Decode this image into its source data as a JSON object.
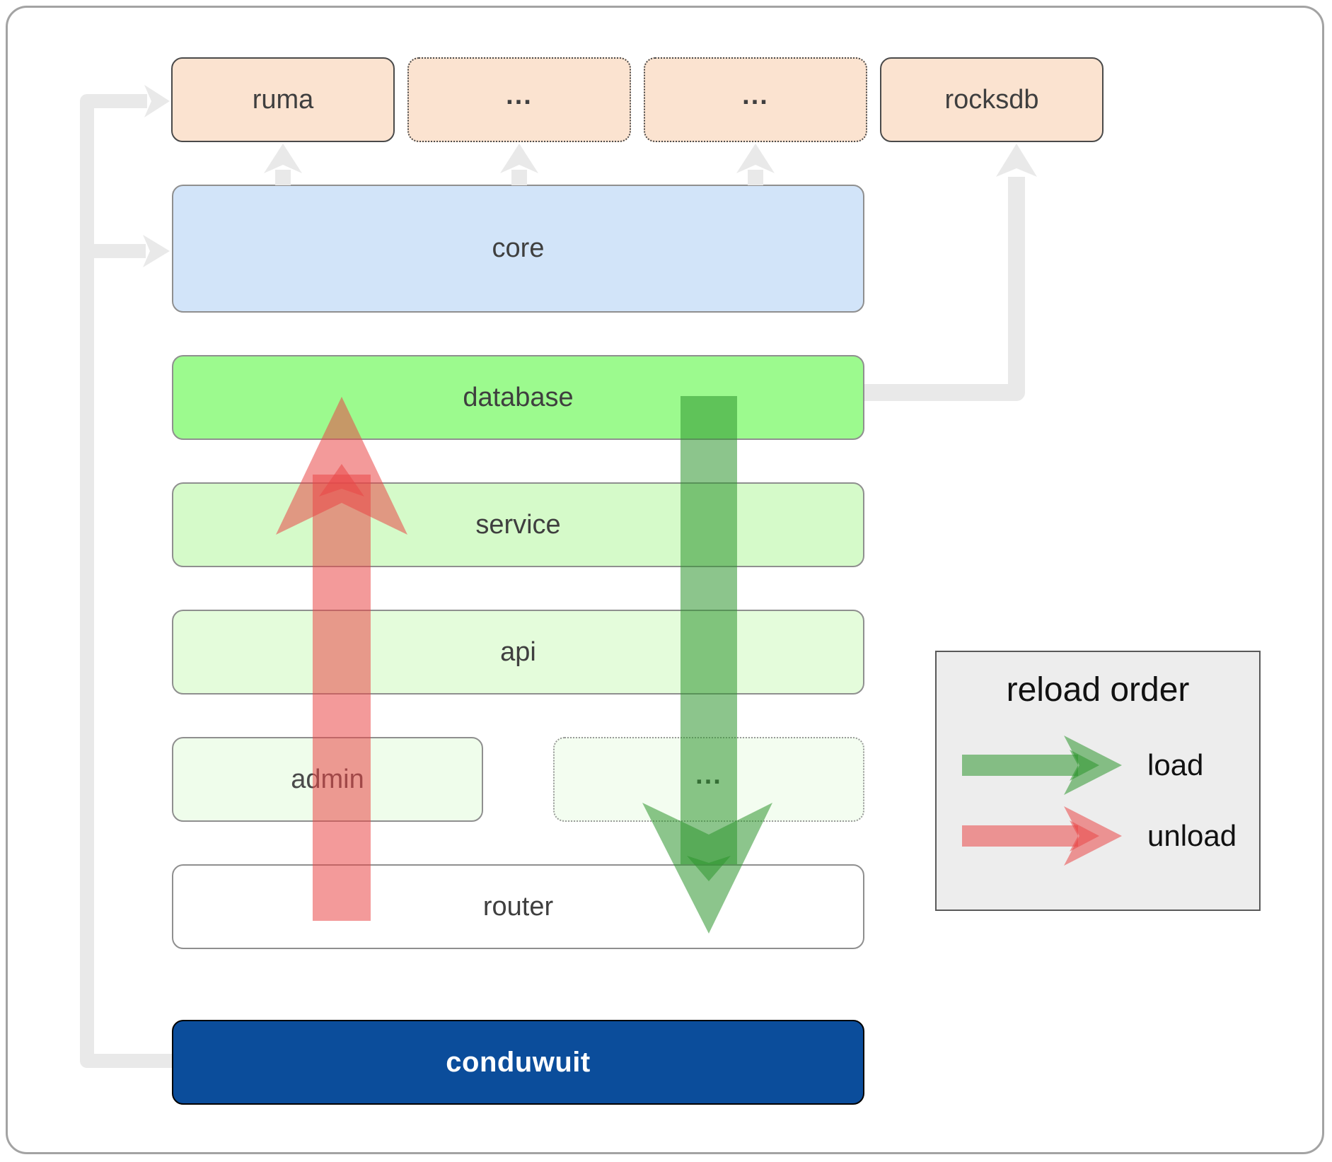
{
  "boxes": {
    "ruma": "ruma",
    "dep_ellipsis_1": "...",
    "dep_ellipsis_2": "...",
    "rocksdb": "rocksdb",
    "core": "core",
    "database": "database",
    "service": "service",
    "api": "api",
    "admin": "admin",
    "service_ellipsis": "...",
    "router": "router",
    "conduwuit": "conduwuit"
  },
  "legend": {
    "title": "reload order",
    "load_label": "load",
    "unload_label": "unload"
  },
  "colors": {
    "load_green": "#2e962e",
    "unload_red": "#ea4747",
    "dependency_peach": "#fbe3d0",
    "core_blue": "#d2e4f9",
    "database_green": "#9cfa8e",
    "service_green": "#d5fac9",
    "api_green": "#e4fcdb",
    "admin_green": "#effdeb",
    "conduwuit_blue": "#0b4d9b",
    "connector_gray": "#e9e9e9",
    "legend_bg": "#ededed"
  }
}
